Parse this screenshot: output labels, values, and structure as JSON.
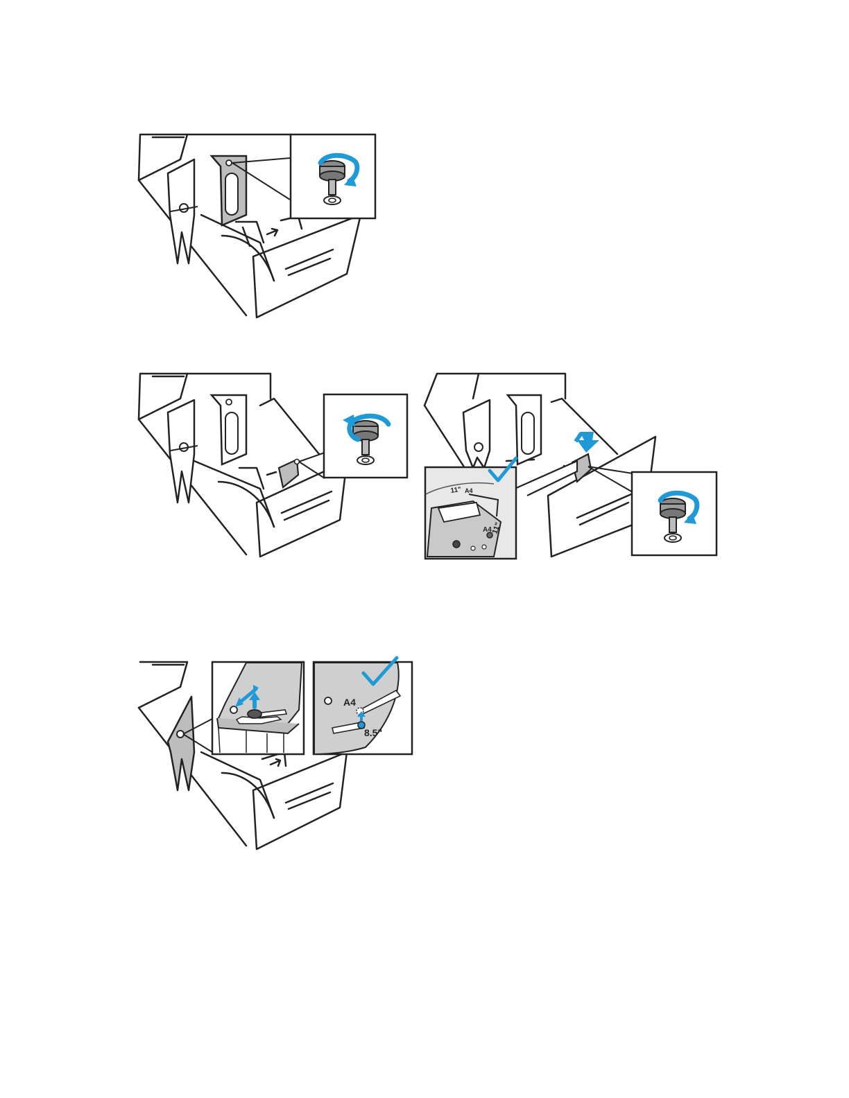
{
  "colors": {
    "line": "#222222",
    "part_gray": "#bdbdbd",
    "callout_blue": "#1f9ad6",
    "background": "#ffffff"
  },
  "icons": [
    "thumbscrew-icon",
    "rotate-arrow-icon",
    "checkmark-icon",
    "up-arrow-icon"
  ],
  "step3": {
    "label_11in": "11\"",
    "label_a4": "A4"
  },
  "step4": {
    "label_a4": "A4",
    "label_85in": "8.5\""
  }
}
